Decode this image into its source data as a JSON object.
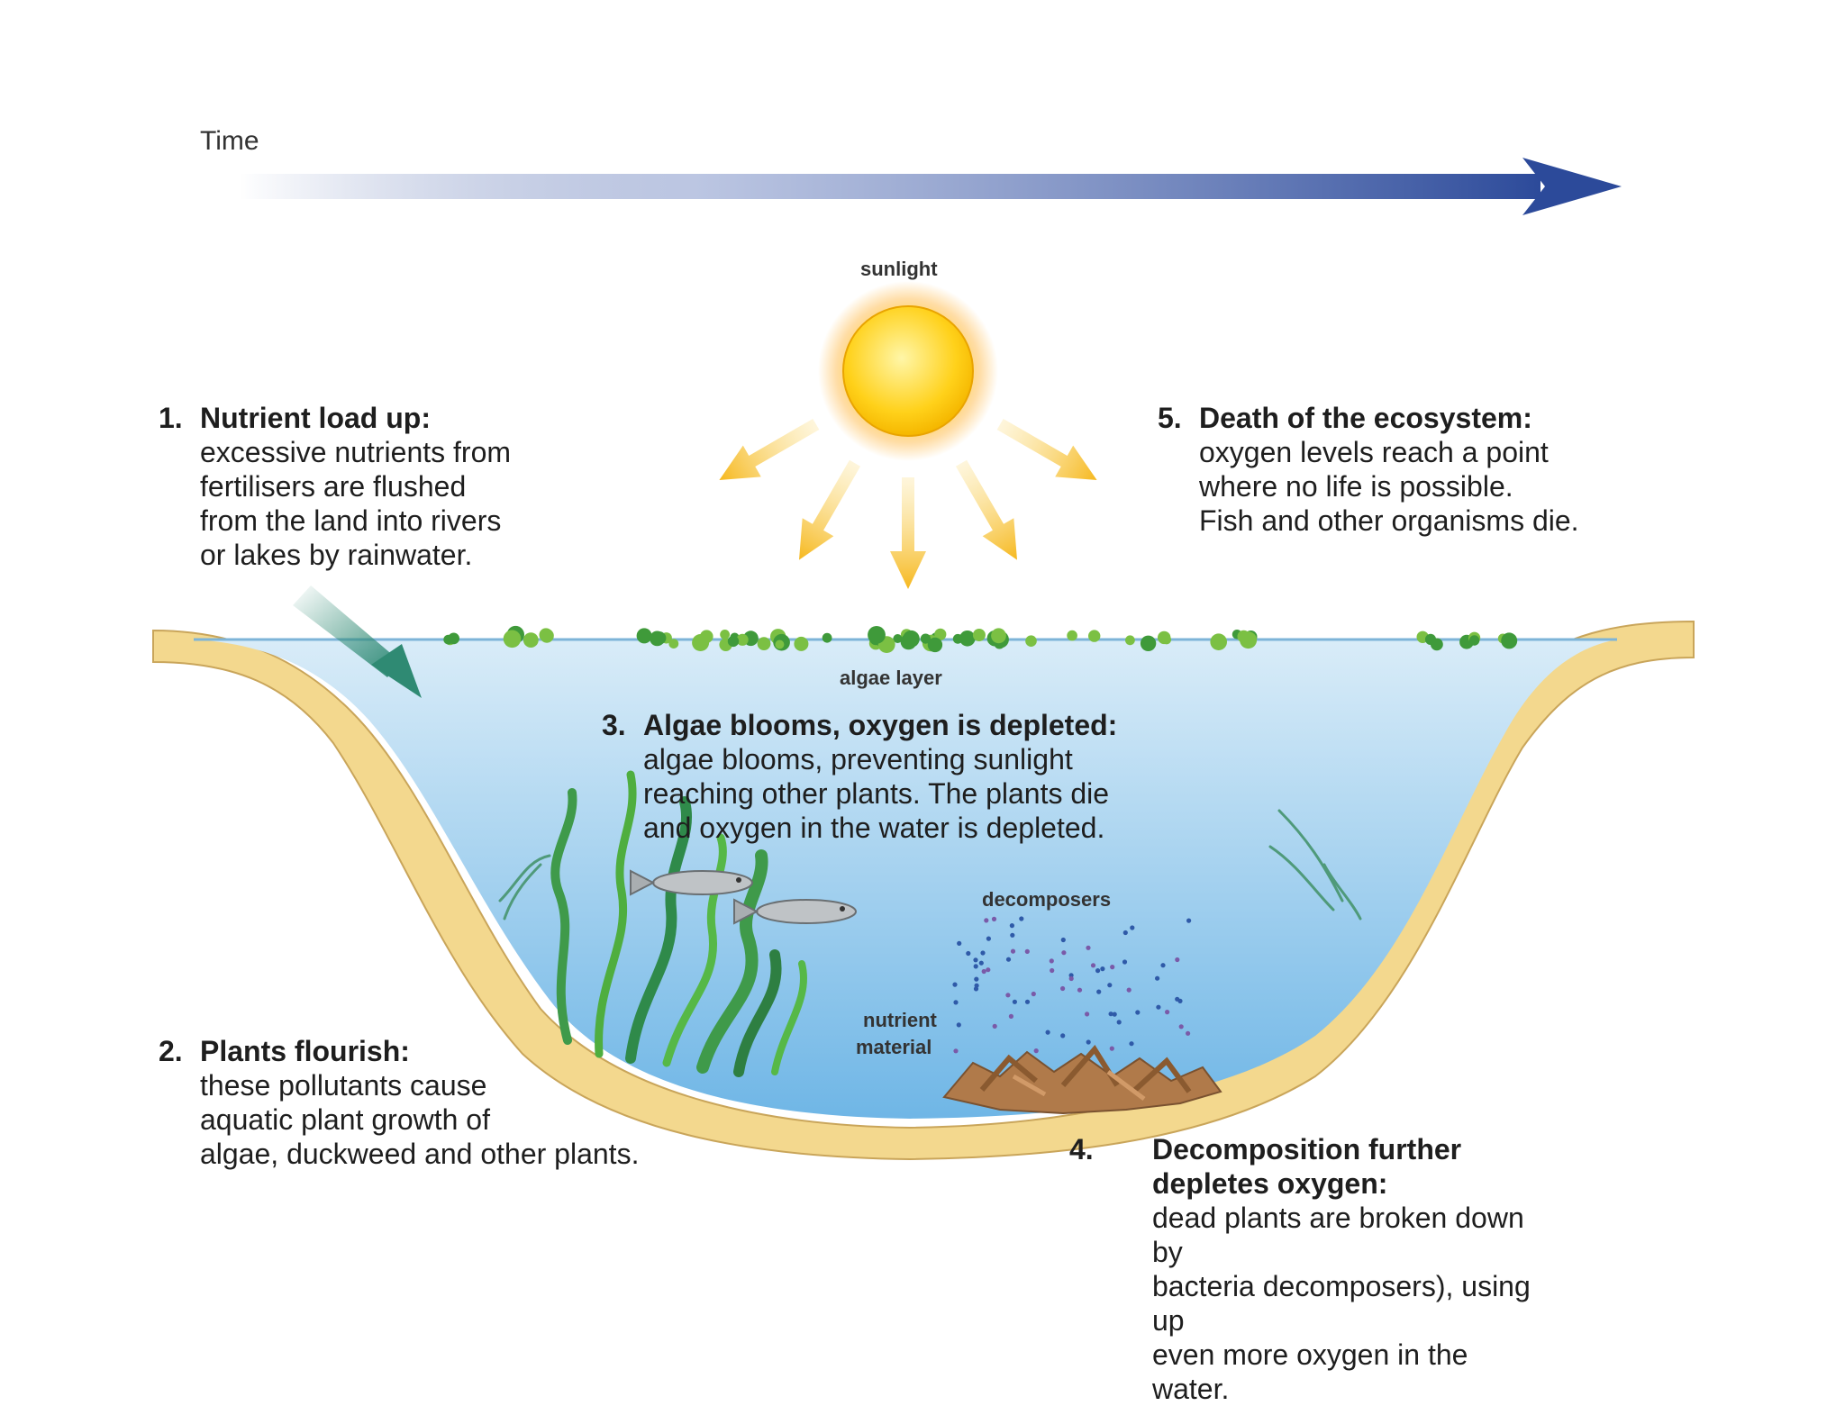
{
  "time_label": "Time",
  "labels": {
    "sunlight": "sunlight",
    "algae_layer": "algae layer",
    "decomposers": "decomposers",
    "nutrient_material_line1": "nutrient",
    "nutrient_material_line2": "material"
  },
  "steps": [
    {
      "num": "1.",
      "title": "Nutrient load up:",
      "body": "excessive nutrients from\nfertilisers are flushed\nfrom the land into rivers\nor lakes by rainwater."
    },
    {
      "num": "2.",
      "title": "Plants flourish:",
      "body": "these pollutants cause\naquatic plant growth of\nalgae, duckweed and other plants."
    },
    {
      "num": "3.",
      "title": "Algae blooms, oxygen is depleted:",
      "body": "algae blooms, preventing sunlight\nreaching other plants. The plants die\nand oxygen in the water is depleted."
    },
    {
      "num": "4.",
      "title": "Decomposition further depletes oxygen:",
      "body": "dead plants are broken down by\nbacteria decomposers), using up\neven more oxygen in the water."
    },
    {
      "num": "5.",
      "title": "Death of the ecosystem:",
      "body": "oxygen levels reach a point\nwhere no life is possible.\nFish and other organisms die."
    }
  ],
  "icons": [
    "sun-icon",
    "fish-icon",
    "seaweed-icon",
    "dead-plant-debris-icon",
    "runoff-arrow-icon",
    "time-arrow-icon"
  ],
  "colors": {
    "water_top": "#cfe6f5",
    "water_bottom": "#79bde8",
    "sediment": "#f3d88e",
    "sediment_edge": "#c9a55a",
    "arrow_blue": "#2c4a9a",
    "sun": "#ffd11a",
    "ray": "#f6bf2e",
    "algae": "#3f9a3a",
    "runoff_arrow": "#2f8a73",
    "plants": "#3f9a4a"
  }
}
